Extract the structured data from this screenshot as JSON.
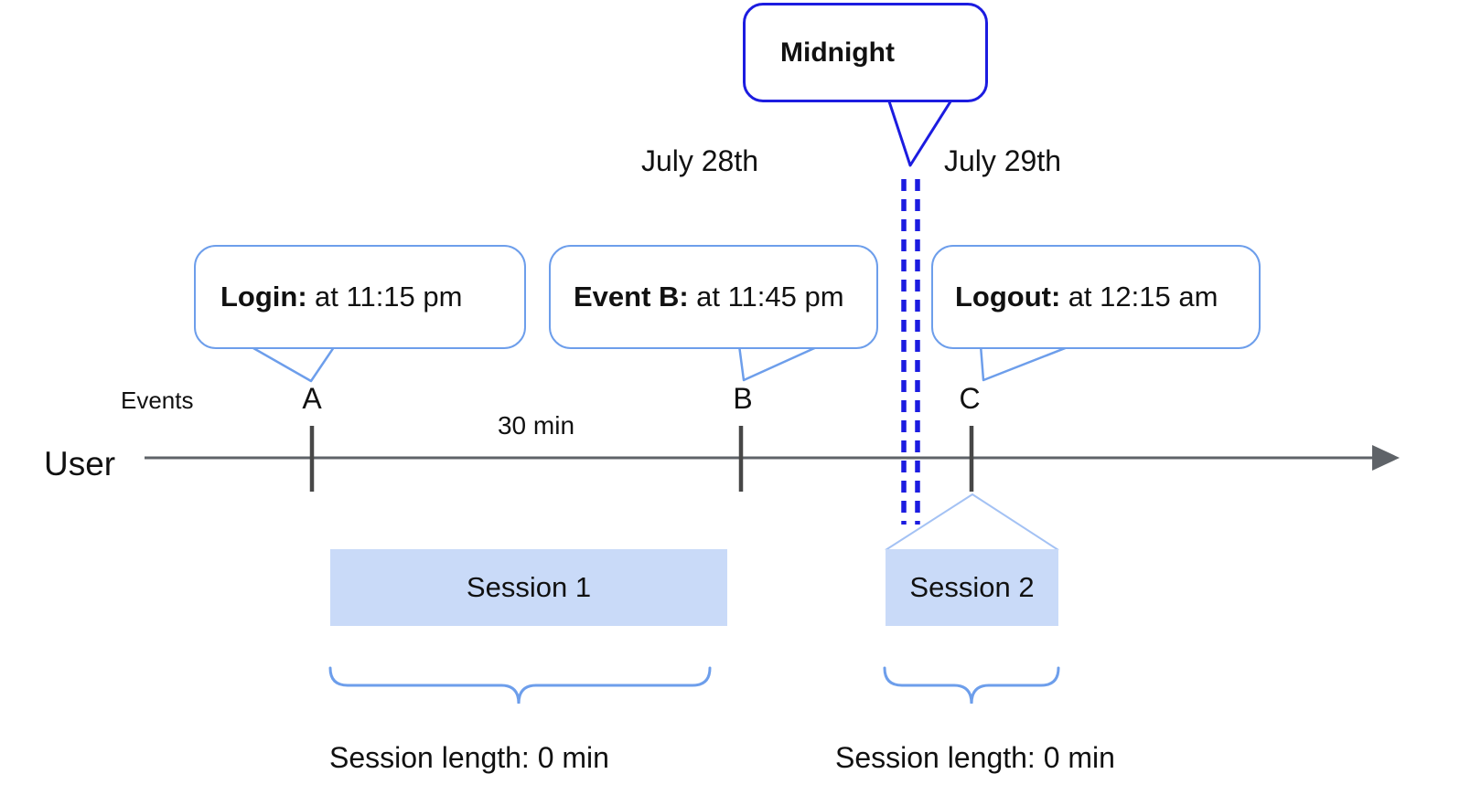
{
  "midnight": {
    "label": "Midnight"
  },
  "dates": {
    "left": "July 28th",
    "right": "July 29th"
  },
  "bubbles": [
    {
      "title": "Login:",
      "text": "at 11:15 pm"
    },
    {
      "title": "Event B:",
      "text": "at 11:45 pm"
    },
    {
      "title": "Logout:",
      "text": "at 12:15 am"
    }
  ],
  "axis": {
    "events_label": "Events",
    "user_label": "User",
    "interval_label": "30 min",
    "marks": [
      "A",
      "B",
      "C"
    ]
  },
  "sessions": [
    {
      "label": "Session 1",
      "length_label": "Session length: 0 min"
    },
    {
      "label": "Session 2",
      "length_label": "Session length: 0 min"
    }
  ],
  "colors": {
    "midnight_blue": "#1c1ce0",
    "bubble_border_blue": "#6d9eeb",
    "session_fill": "#c9daf8",
    "pointer_light_blue": "#a4c2f4",
    "timeline_gray": "#5f6368",
    "tick_gray": "#474747",
    "text": "#111111"
  }
}
